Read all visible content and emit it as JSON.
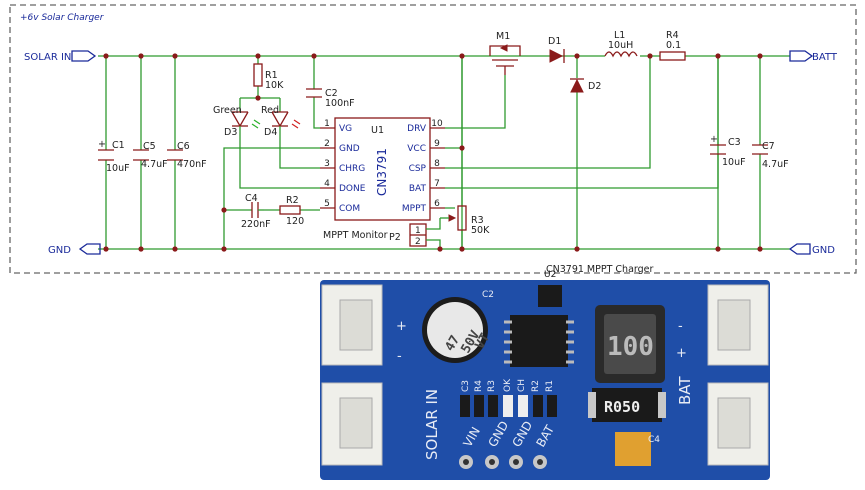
{
  "schematic": {
    "title": "+6v Solar Charger",
    "ports": {
      "solar_in": "SOLAR IN",
      "gnd_left": "GND",
      "batt": "BATT",
      "gnd_right": "GND"
    },
    "c1": {
      "ref": "C1",
      "val": "10uF"
    },
    "c5": {
      "ref": "C5",
      "val": "4.7uF"
    },
    "c6": {
      "ref": "C6",
      "val": "470nF"
    },
    "r1": {
      "ref": "R1",
      "val": "10K"
    },
    "c2": {
      "ref": "C2",
      "val": "100nF"
    },
    "d3": {
      "ref": "D3",
      "color": "Green"
    },
    "d4": {
      "ref": "D4",
      "color": "Red"
    },
    "c4": {
      "ref": "C4",
      "val": "220nF"
    },
    "r2": {
      "ref": "R2",
      "val": "120"
    },
    "u1": {
      "ref": "U1",
      "part": "CN3791",
      "left_pins": [
        {
          "num": "1",
          "name": "VG"
        },
        {
          "num": "2",
          "name": "GND"
        },
        {
          "num": "3",
          "name": "CHRG"
        },
        {
          "num": "4",
          "name": "DONE"
        },
        {
          "num": "5",
          "name": "COM"
        }
      ],
      "right_pins": [
        {
          "num": "10",
          "name": "DRV"
        },
        {
          "num": "9",
          "name": "VCC"
        },
        {
          "num": "8",
          "name": "CSP"
        },
        {
          "num": "7",
          "name": "BAT"
        },
        {
          "num": "6",
          "name": "MPPT"
        }
      ]
    },
    "m1": {
      "ref": "M1"
    },
    "d1": {
      "ref": "D1"
    },
    "d2": {
      "ref": "D2"
    },
    "l1": {
      "ref": "L1",
      "val": "10uH"
    },
    "r4": {
      "ref": "R4",
      "val": "0.1"
    },
    "c3": {
      "ref": "C3",
      "val": "10uF"
    },
    "c7": {
      "ref": "C7",
      "val": "4.7uF"
    },
    "r3": {
      "ref": "R3",
      "val": "50K"
    },
    "p2": {
      "ref": "P2",
      "label": "MPPT Monitor",
      "pin1": "1",
      "pin2": "2"
    }
  },
  "board": {
    "caption": "CN3791 MPPT Charger",
    "solar_in": "SOLAR IN",
    "bat": "BAT",
    "pads": [
      "VIN",
      "GND",
      "GND",
      "BAT"
    ],
    "inductor_mark": "100",
    "resistor_mark": "R050",
    "cap_v1": "47",
    "cap_v2": "50V",
    "cap_v3": "VT",
    "labels": {
      "c2": "C2",
      "u2": "U2",
      "c4": "C4",
      "c3": "C3",
      "r3": "R3",
      "r4": "R4",
      "ok": "OK",
      "ch": "CH",
      "r2": "R2",
      "r1": "R1"
    },
    "plus": "+",
    "minus": "-",
    "colors": {
      "pcb": "#1f4ea8",
      "header": "#efefea",
      "ic": "#1a1a1a"
    }
  }
}
